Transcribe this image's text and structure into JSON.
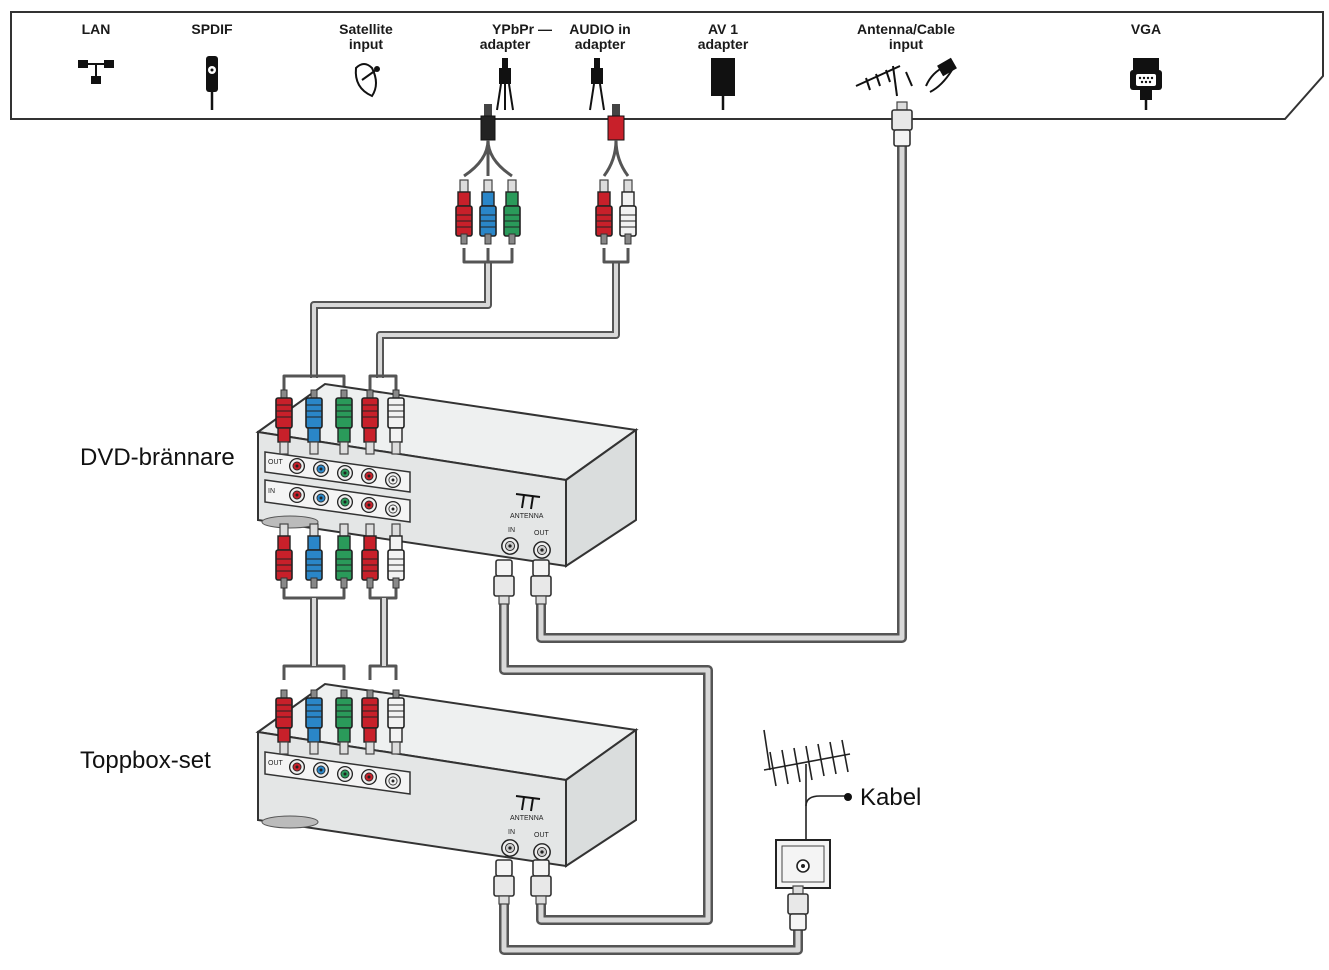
{
  "tv_panel": {
    "ports": [
      {
        "id": "lan",
        "lines": [
          "LAN"
        ],
        "icon": "network-icon"
      },
      {
        "id": "spdif",
        "lines": [
          "SPDIF"
        ],
        "icon": "rca-plug-icon"
      },
      {
        "id": "satellite",
        "lines": [
          "Satellite",
          "input"
        ],
        "icon": "satellite-dish-icon"
      },
      {
        "id": "ypbpr",
        "lines": [
          "YPbPr —",
          "adapter"
        ],
        "icon": "adapter-jack-icon"
      },
      {
        "id": "audio_in",
        "lines": [
          "AUDIO in",
          "adapter"
        ],
        "icon": "adapter-jack-icon"
      },
      {
        "id": "av1",
        "lines": [
          "AV 1",
          "adapter"
        ],
        "icon": "scart-adapter-icon"
      },
      {
        "id": "antenna",
        "lines": [
          "Antenna/Cable",
          "input"
        ],
        "icon": "antenna-cable-icon"
      },
      {
        "id": "vga",
        "lines": [
          "VGA"
        ],
        "icon": "vga-connector-icon"
      }
    ]
  },
  "devices": {
    "dvd_label": "DVD-brännare",
    "stb_label": "Toppbox-set",
    "kabel_label": "Kabel"
  },
  "device_panel_text": {
    "out": "OUT",
    "in": "IN",
    "antenna": "ANTENNA",
    "antenna_in": "IN",
    "antenna_out": "OUT"
  },
  "colors": {
    "red": "#c8202a",
    "blue": "#2a86c8",
    "green": "#2a9a5a",
    "white": "#f2f2f2",
    "cable": "#d8d8d8",
    "cable_edge": "#555555",
    "device_body": "#e4e6e6",
    "panel_border": "#333333"
  }
}
